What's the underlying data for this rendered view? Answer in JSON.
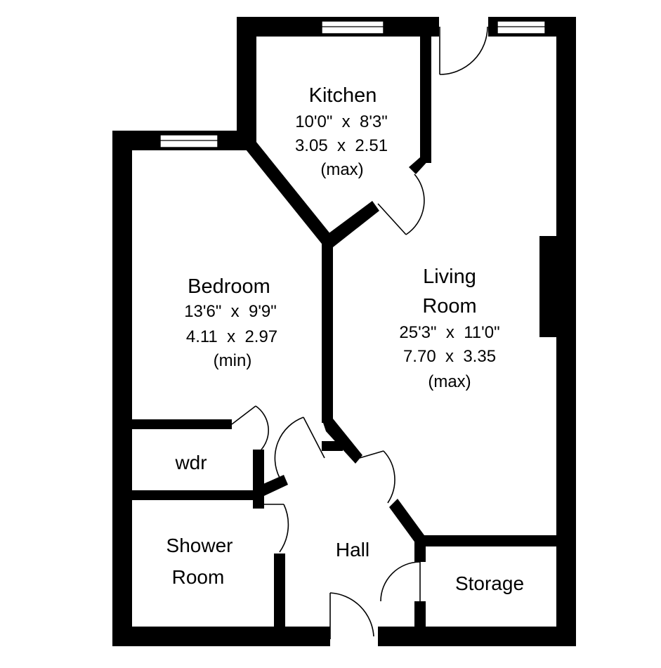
{
  "rooms": {
    "kitchen": {
      "name": "Kitchen",
      "dim_imperial": "10'0\"  x  8'3\"",
      "dim_metric": "3.05  x  2.51",
      "note": "(max)"
    },
    "bedroom": {
      "name": "Bedroom",
      "dim_imperial": "13'6\"  x  9'9\"",
      "dim_metric": "4.11  x  2.97",
      "note": "(min)"
    },
    "living": {
      "name_line1": "Living",
      "name_line2": "Room",
      "dim_imperial": "25'3\"  x  11'0\"",
      "dim_metric": "7.70  x  3.35",
      "note": "(max)"
    },
    "wardrobe": {
      "name": "wdr"
    },
    "shower": {
      "name_line1": "Shower",
      "name_line2": "Room"
    },
    "hall": {
      "name": "Hall"
    },
    "storage": {
      "name": "Storage"
    }
  }
}
